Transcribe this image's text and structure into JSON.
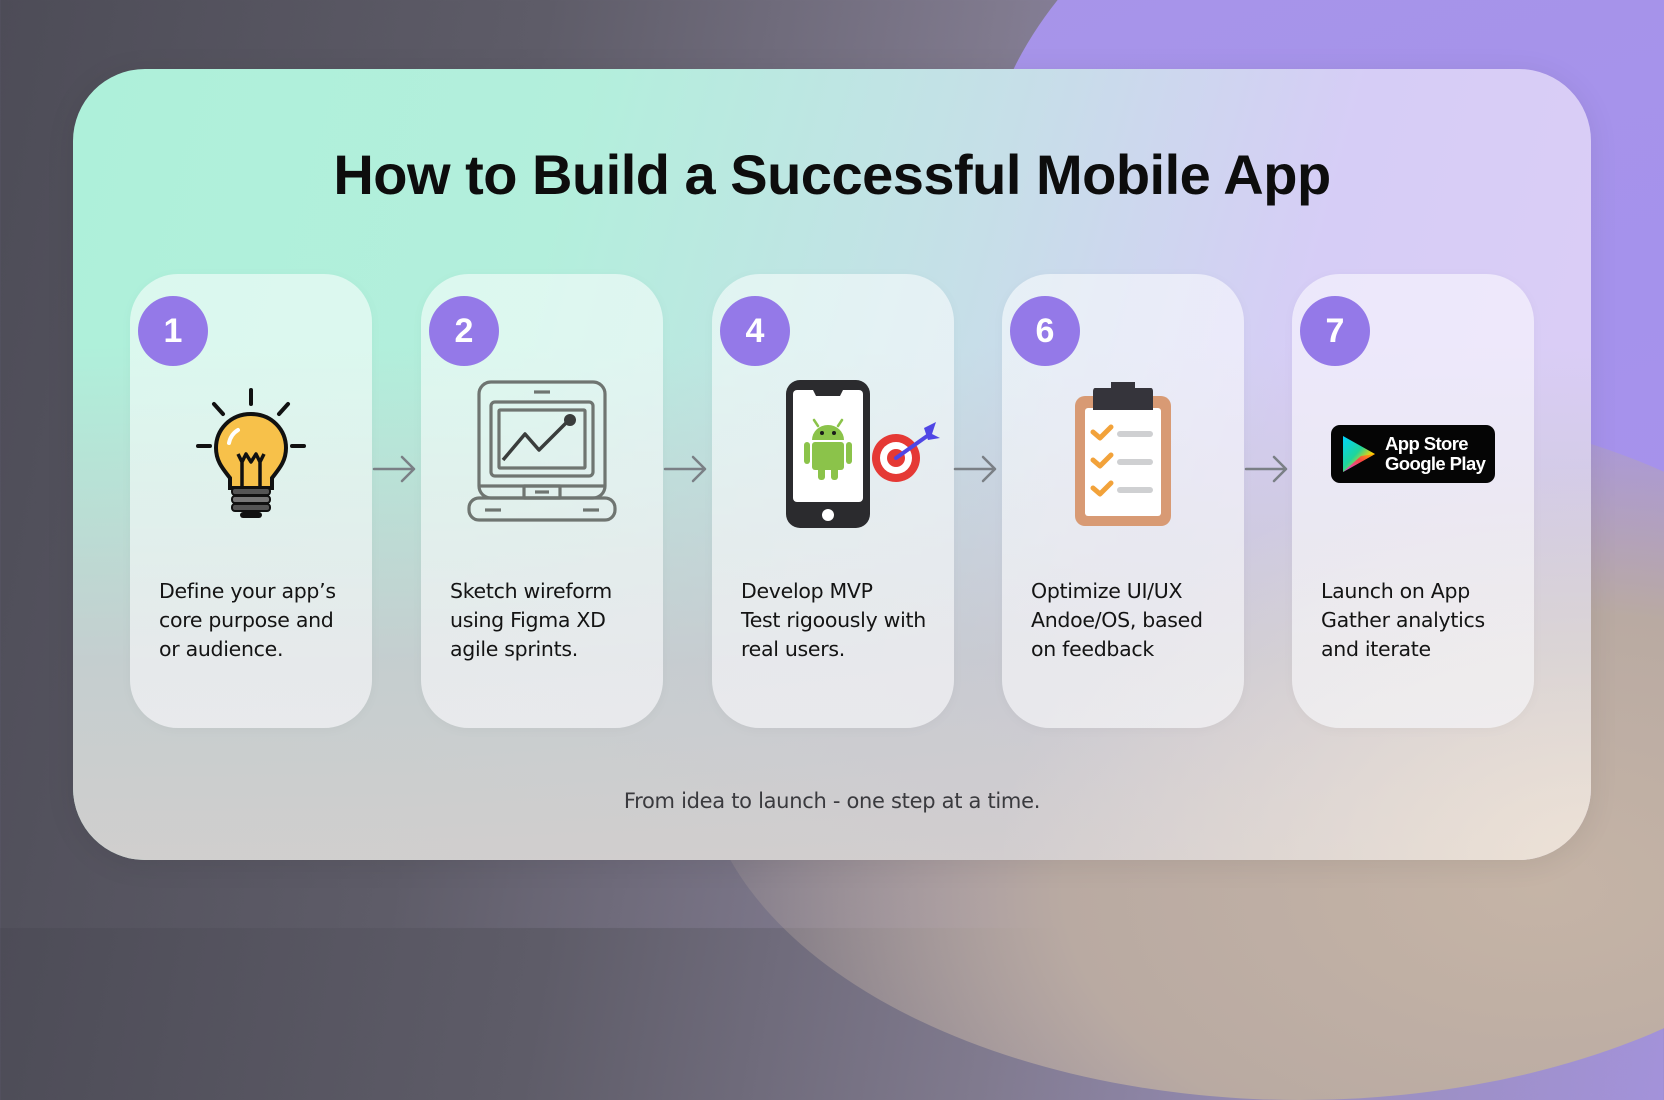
{
  "title": "How to Build a Successful Mobile App",
  "footer": "From idea to launch - one step at a time.",
  "colors": {
    "badge": "#9479e8",
    "title_text": "#0d0d0d",
    "body_text": "#141414",
    "arrow": "#7a7f85",
    "android_green": "#8bc34a",
    "target_red": "#e53935",
    "dart_blue": "#4f46e5",
    "clipboard_orange": "#d89a74",
    "check_orange": "#f2a23a"
  },
  "steps": [
    {
      "number": "1",
      "icon": "lightbulb-icon",
      "lines": [
        "Define your app’s",
        "core purpose and",
        "or  audience."
      ]
    },
    {
      "number": "2",
      "icon": "laptop-chart-icon",
      "lines": [
        "Sketch wireform",
        "using Figma XD",
        "agile sprints."
      ]
    },
    {
      "number": "4",
      "icon": "android-phone-target-icon",
      "lines": [
        "Develop MVP",
        "Test rigoously with",
        "real users."
      ]
    },
    {
      "number": "6",
      "icon": "clipboard-checklist-icon",
      "lines": [
        "Optimize UI/UX",
        "Andoe/OS, based",
        "on feedback"
      ]
    },
    {
      "number": "7",
      "icon": "app-store-badge-icon",
      "badge_lines": [
        "App Store",
        "Google Play"
      ],
      "lines": [
        "Launch on App",
        "Gather analytics",
        "and iterate"
      ]
    }
  ],
  "arrows": [
    "right-arrow",
    "right-arrow",
    "right-arrow",
    "right-arrow"
  ]
}
